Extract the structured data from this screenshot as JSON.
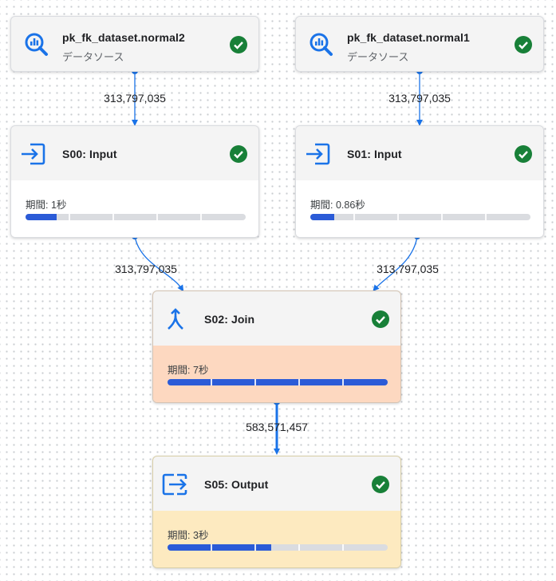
{
  "colors": {
    "accent": "#1a73e8",
    "progress": "#2b5bd7",
    "success": "#188038",
    "join_bg": "#fdd8c0",
    "output_bg": "#fdeac0"
  },
  "nodes": [
    {
      "id": "ds2",
      "title": "pk_fk_dataset.normal2",
      "subtitle": "データソース",
      "icon": "bigquery-search-icon",
      "status": "success"
    },
    {
      "id": "ds1",
      "title": "pk_fk_dataset.normal1",
      "subtitle": "データソース",
      "icon": "bigquery-search-icon",
      "status": "success"
    },
    {
      "id": "s00",
      "title": "S00: Input",
      "icon": "input-icon",
      "status": "success",
      "duration_label": "期間: 1秒",
      "progress": 0.14
    },
    {
      "id": "s01",
      "title": "S01: Input",
      "icon": "input-icon",
      "status": "success",
      "duration_label": "期間: 0.86秒",
      "progress": 0.11
    },
    {
      "id": "s02",
      "title": "S02: Join",
      "icon": "join-icon",
      "status": "success",
      "duration_label": "期間: 7秒",
      "progress": 1.0
    },
    {
      "id": "s05",
      "title": "S05: Output",
      "icon": "output-icon",
      "status": "success",
      "duration_label": "期間: 3秒",
      "progress": 0.47
    }
  ],
  "edges": [
    {
      "from": "ds2",
      "to": "s00",
      "label": "313,797,035"
    },
    {
      "from": "ds1",
      "to": "s01",
      "label": "313,797,035"
    },
    {
      "from": "s00",
      "to": "s02",
      "label": "313,797,035"
    },
    {
      "from": "s01",
      "to": "s02",
      "label": "313,797,035"
    },
    {
      "from": "s02",
      "to": "s05",
      "label": "583,571,457"
    }
  ]
}
